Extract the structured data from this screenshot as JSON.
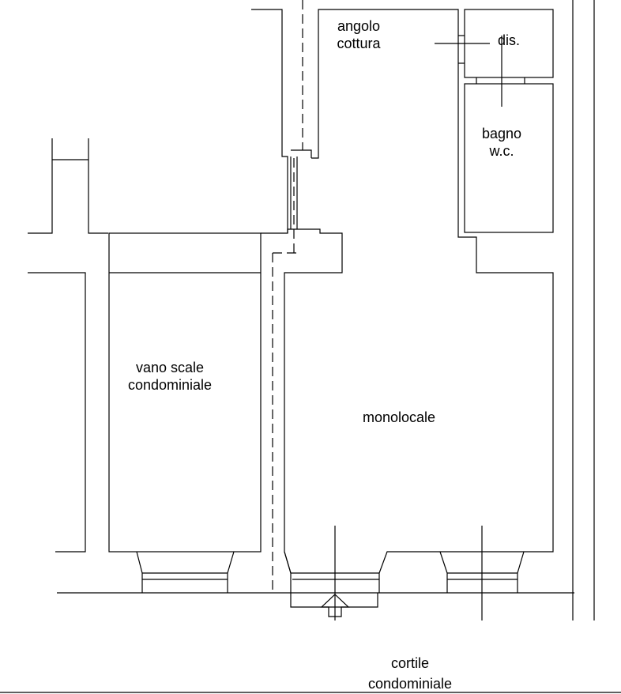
{
  "colors": {
    "background": "#ffffff",
    "ink": "#000000"
  },
  "rooms": {
    "kitchen": {
      "line1": "angolo",
      "line2": "cottura"
    },
    "closet": {
      "line1": "dis."
    },
    "bathroom": {
      "line1": "bagno",
      "line2": "w.c."
    },
    "stairwell": {
      "line1": "vano scale",
      "line2": "condominiale"
    },
    "studio": {
      "line1": "monolocale"
    },
    "courtyard": {
      "line1": "cortile",
      "line2": "condominiale"
    }
  },
  "entrance": {
    "icon": "entrance-arrow-icon"
  }
}
